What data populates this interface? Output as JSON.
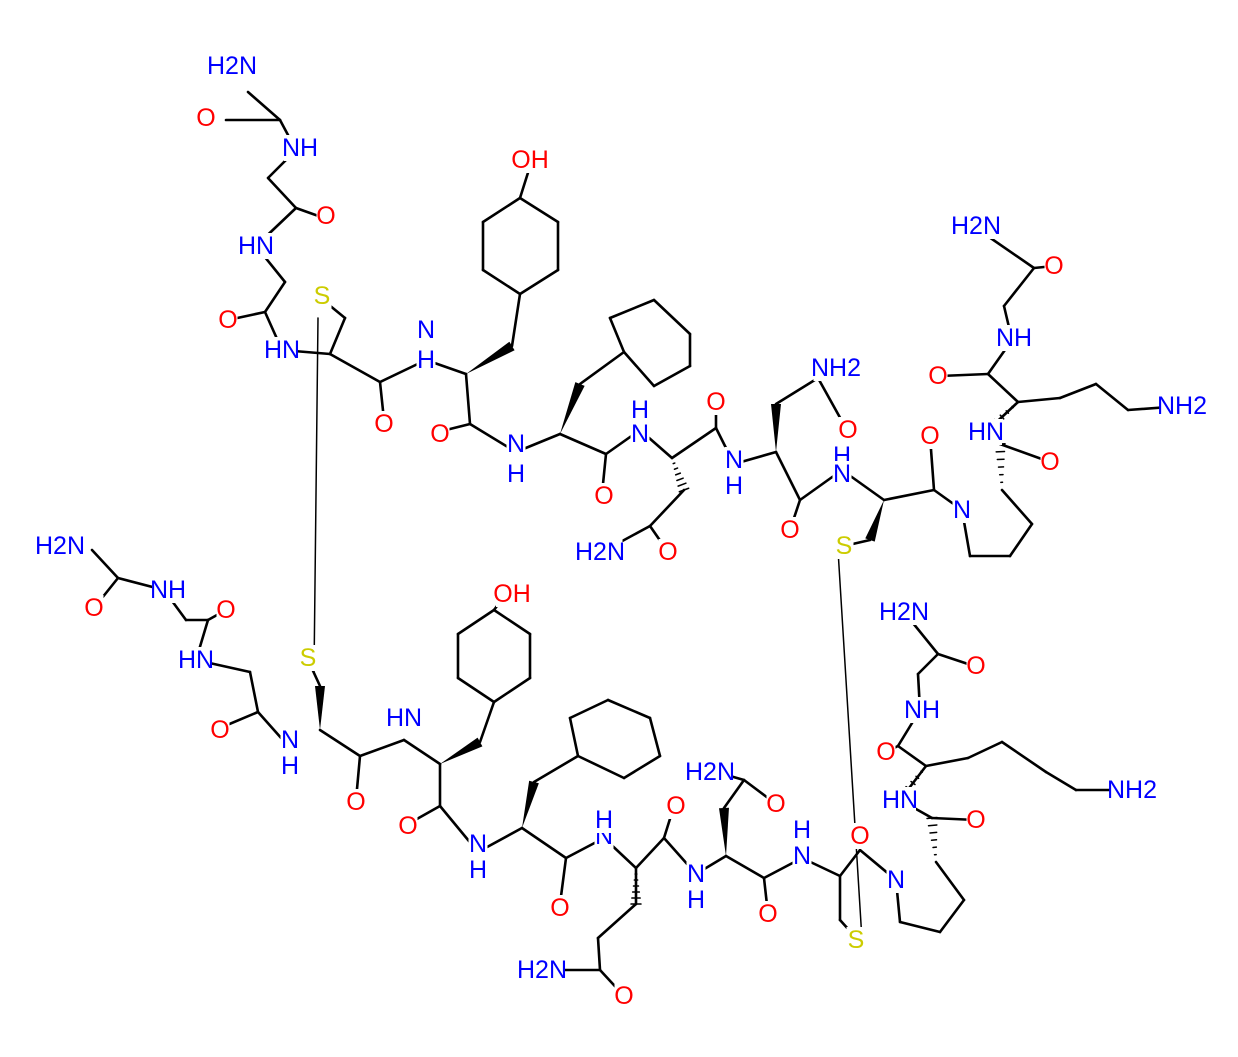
{
  "colors": {
    "bond": "#000000",
    "N": "#0000ff",
    "O": "#ff0000",
    "S": "#cccc00"
  },
  "labels": [
    {
      "id": "a1",
      "text": "H2N",
      "el": "N"
    },
    {
      "id": "a2",
      "text": "O",
      "el": "O"
    },
    {
      "id": "a3",
      "text": "NH",
      "el": "N"
    },
    {
      "id": "a4",
      "text": "O",
      "el": "O"
    },
    {
      "id": "a5",
      "text": "HN",
      "el": "N"
    },
    {
      "id": "a6",
      "text": "S",
      "el": "S"
    },
    {
      "id": "a7",
      "text": "O",
      "el": "O"
    },
    {
      "id": "a8",
      "text": "HN",
      "el": "N"
    },
    {
      "id": "a9",
      "text": "OH",
      "el": "O"
    },
    {
      "id": "a10",
      "text": "N",
      "el": "N"
    },
    {
      "id": "a11",
      "text": "H",
      "el": "N"
    },
    {
      "id": "a12",
      "text": "O",
      "el": "O"
    },
    {
      "id": "a13",
      "text": "O",
      "el": "O"
    },
    {
      "id": "a14",
      "text": "N",
      "el": "N"
    },
    {
      "id": "a15",
      "text": "H",
      "el": "N"
    },
    {
      "id": "a16",
      "text": "H",
      "el": "N"
    },
    {
      "id": "a17",
      "text": "N",
      "el": "N"
    },
    {
      "id": "a18",
      "text": "O",
      "el": "O"
    },
    {
      "id": "a19",
      "text": "O",
      "el": "O"
    },
    {
      "id": "a20",
      "text": "NH2",
      "el": "N"
    },
    {
      "id": "a21",
      "text": "O",
      "el": "O"
    },
    {
      "id": "a22",
      "text": "H2N",
      "el": "N"
    },
    {
      "id": "a23",
      "text": "O",
      "el": "O"
    },
    {
      "id": "a24",
      "text": "N",
      "el": "N"
    },
    {
      "id": "a25",
      "text": "H",
      "el": "N"
    },
    {
      "id": "a26",
      "text": "O",
      "el": "O"
    },
    {
      "id": "a27",
      "text": "H",
      "el": "N"
    },
    {
      "id": "a28",
      "text": "N",
      "el": "N"
    },
    {
      "id": "a29",
      "text": "S",
      "el": "S"
    },
    {
      "id": "a30",
      "text": "O",
      "el": "O"
    },
    {
      "id": "a31",
      "text": "N",
      "el": "N"
    },
    {
      "id": "a32",
      "text": "H2N",
      "el": "N"
    },
    {
      "id": "a33",
      "text": "O",
      "el": "O"
    },
    {
      "id": "a34",
      "text": "NH",
      "el": "N"
    },
    {
      "id": "a35",
      "text": "O",
      "el": "O"
    },
    {
      "id": "a36",
      "text": "HN",
      "el": "N"
    },
    {
      "id": "a37",
      "text": "NH2",
      "el": "N"
    },
    {
      "id": "a38",
      "text": "O",
      "el": "O"
    },
    {
      "id": "a39",
      "text": "H2N",
      "el": "N"
    },
    {
      "id": "a40",
      "text": "O",
      "el": "O"
    },
    {
      "id": "a41",
      "text": "NH",
      "el": "N"
    },
    {
      "id": "a42",
      "text": "O",
      "el": "O"
    },
    {
      "id": "a43",
      "text": "HN",
      "el": "N"
    },
    {
      "id": "a44",
      "text": "S",
      "el": "S"
    },
    {
      "id": "a45",
      "text": "O",
      "el": "O"
    },
    {
      "id": "a46",
      "text": "N",
      "el": "N"
    },
    {
      "id": "a47",
      "text": "H",
      "el": "N"
    },
    {
      "id": "a48",
      "text": "HN",
      "el": "N"
    },
    {
      "id": "a49",
      "text": "OH",
      "el": "O"
    },
    {
      "id": "a50",
      "text": "O",
      "el": "O"
    },
    {
      "id": "a51",
      "text": "O",
      "el": "O"
    },
    {
      "id": "a52",
      "text": "N",
      "el": "N"
    },
    {
      "id": "a53",
      "text": "H",
      "el": "N"
    },
    {
      "id": "a54",
      "text": "N",
      "el": "N"
    },
    {
      "id": "a55",
      "text": "H",
      "el": "N"
    },
    {
      "id": "a56",
      "text": "O",
      "el": "O"
    },
    {
      "id": "a57",
      "text": "O",
      "el": "O"
    },
    {
      "id": "a58",
      "text": "H2N",
      "el": "N"
    },
    {
      "id": "a59",
      "text": "O",
      "el": "O"
    },
    {
      "id": "a60",
      "text": "H2N",
      "el": "N"
    },
    {
      "id": "a61",
      "text": "O",
      "el": "O"
    },
    {
      "id": "a62",
      "text": "N",
      "el": "N"
    },
    {
      "id": "a63",
      "text": "H",
      "el": "N"
    },
    {
      "id": "a64",
      "text": "O",
      "el": "O"
    },
    {
      "id": "a65",
      "text": "N",
      "el": "N"
    },
    {
      "id": "a66",
      "text": "H",
      "el": "N"
    },
    {
      "id": "a67",
      "text": "S",
      "el": "S"
    },
    {
      "id": "a68",
      "text": "O",
      "el": "O"
    },
    {
      "id": "a69",
      "text": "N",
      "el": "N"
    },
    {
      "id": "a70",
      "text": "H2N",
      "el": "N"
    },
    {
      "id": "a71",
      "text": "O",
      "el": "O"
    },
    {
      "id": "a72",
      "text": "NH",
      "el": "N"
    },
    {
      "id": "a73",
      "text": "O",
      "el": "O"
    },
    {
      "id": "a74",
      "text": "HN",
      "el": "N"
    },
    {
      "id": "a75",
      "text": "NH2",
      "el": "N"
    },
    {
      "id": "a76",
      "text": "O",
      "el": "O"
    }
  ]
}
